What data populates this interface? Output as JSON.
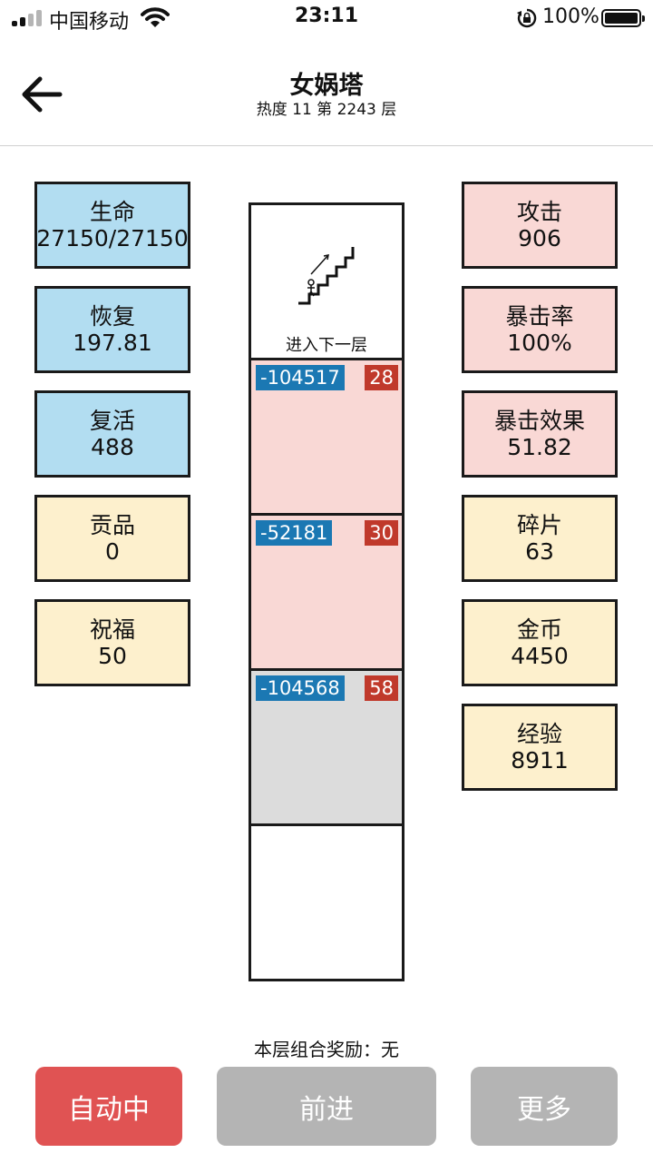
{
  "status_bar": {
    "carrier": "中国移动",
    "time": "23:11",
    "battery": "100%"
  },
  "header": {
    "title": "女娲塔",
    "subtitle": "热度 11 第 2243 层",
    "back_icon": "arrow-left-icon"
  },
  "left_stats": [
    {
      "label": "生命",
      "value": "27150/27150",
      "color": "#b2ddf1"
    },
    {
      "label": "恢复",
      "value": "197.81",
      "color": "#b2ddf1"
    },
    {
      "label": "复活",
      "value": "488",
      "color": "#b2ddf1"
    },
    {
      "label": "贡品",
      "value": "0",
      "color": "#fdf0cd"
    },
    {
      "label": "祝福",
      "value": "50",
      "color": "#fdf0cd"
    }
  ],
  "right_stats": [
    {
      "label": "攻击",
      "value": "906",
      "color": "#f9d8d5"
    },
    {
      "label": "暴击率",
      "value": "100%",
      "color": "#f9d8d5"
    },
    {
      "label": "暴击效果",
      "value": "51.82",
      "color": "#f9d8d5"
    },
    {
      "label": "碎片",
      "value": "63",
      "color": "#fdf0cd"
    },
    {
      "label": "金币",
      "value": "4450",
      "color": "#fdf0cd"
    },
    {
      "label": "经验",
      "value": "8911",
      "color": "#fdf0cd"
    }
  ],
  "tower": {
    "next_floor_label": "进入下一层",
    "floors": [
      {
        "hp": "-104517",
        "level": "28",
        "color": "#f9d8d5"
      },
      {
        "hp": "-52181",
        "level": "30",
        "color": "#f9d8d5"
      },
      {
        "hp": "-104568",
        "level": "58",
        "color": "#dcdcdc"
      }
    ]
  },
  "reward": "本层组合奖励：无",
  "buttons": {
    "auto": "自动中",
    "forward": "前进",
    "more": "更多"
  },
  "colors": {
    "auto_button": "#e05353",
    "disabled_button": "#b4b4b4",
    "hp_tag": "#1b78b3",
    "level_tag": "#c0392b"
  }
}
